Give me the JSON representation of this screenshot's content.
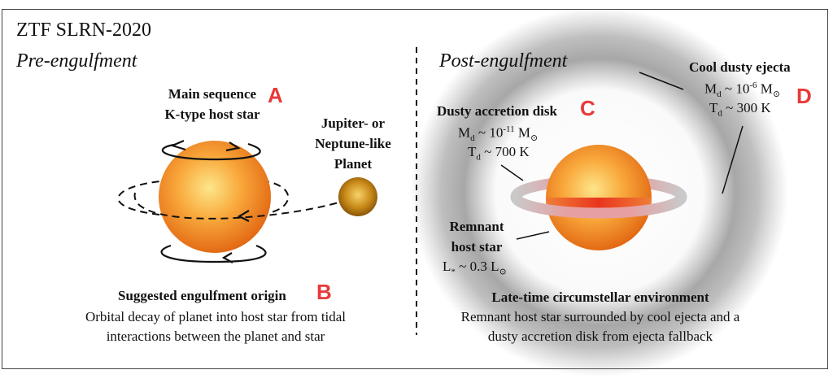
{
  "figure": {
    "title": "ZTF SLRN-2020",
    "pre": {
      "heading": "Pre-engulfment",
      "star_label_line1": "Main sequence",
      "star_label_line2": "K-type host star",
      "marker_a": "A",
      "planet_label_line1": "Jupiter- or",
      "planet_label_line2": "Neptune-like",
      "planet_label_line3": "Planet",
      "origin_heading": "Suggested engulfment origin",
      "marker_b": "B",
      "origin_text_line1": "Orbital decay of planet into host star from tidal",
      "origin_text_line2": "interactions between the planet and star"
    },
    "post": {
      "heading": "Post-engulfment",
      "ejecta_heading": "Cool dusty ejecta",
      "ejecta_mass": "M",
      "ejecta_mass_sub": "d",
      "ejecta_mass_rel": "~ 10",
      "ejecta_mass_exp": "-6",
      "ejecta_mass_unit": "M",
      "ejecta_temp": "T",
      "ejecta_temp_sub": "d",
      "ejecta_temp_val": "~ 300 K",
      "marker_d": "D",
      "disk_heading": "Dusty accretion disk",
      "marker_c": "C",
      "disk_mass": "M",
      "disk_mass_sub": "d",
      "disk_mass_rel": "~ 10",
      "disk_mass_exp": "-11",
      "disk_mass_unit": "M",
      "disk_temp": "T",
      "disk_temp_sub": "d",
      "disk_temp_val": "~ 700 K",
      "remnant_line1": "Remnant",
      "remnant_line2": "host star",
      "remnant_lum": "L",
      "remnant_lum_sub": "*",
      "remnant_lum_val": "~ 0.3 L",
      "env_heading": "Late-time circumstellar environment",
      "env_text_line1": "Remnant host star surrounded by cool ejecta and a",
      "env_text_line2": "dusty accretion disk from ejecta fallback"
    },
    "colors": {
      "star_core": "#fde68a",
      "star_edge": "#e0620f",
      "planet_core": "#f7d36a",
      "planet_edge": "#7a4a05",
      "ring": "#e8a6a8",
      "ring_band": "#e9361f",
      "ejecta_glow": "#9a9a9a",
      "marker": "#e8393a"
    }
  }
}
